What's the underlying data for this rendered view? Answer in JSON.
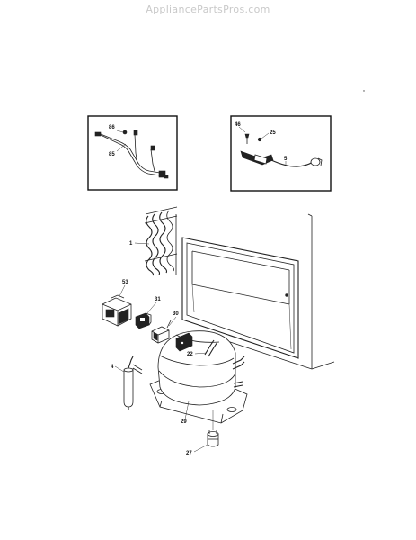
{
  "watermark": "AppliancePartsPros.com",
  "callouts": {
    "c86": "86",
    "c85": "85",
    "c46": "46",
    "c25": "25",
    "c5": "5",
    "c1": "1",
    "c53": "53",
    "c31": "31",
    "c30": "30",
    "c22": "22",
    "c4": "4",
    "c29": "29",
    "c27": "27"
  }
}
